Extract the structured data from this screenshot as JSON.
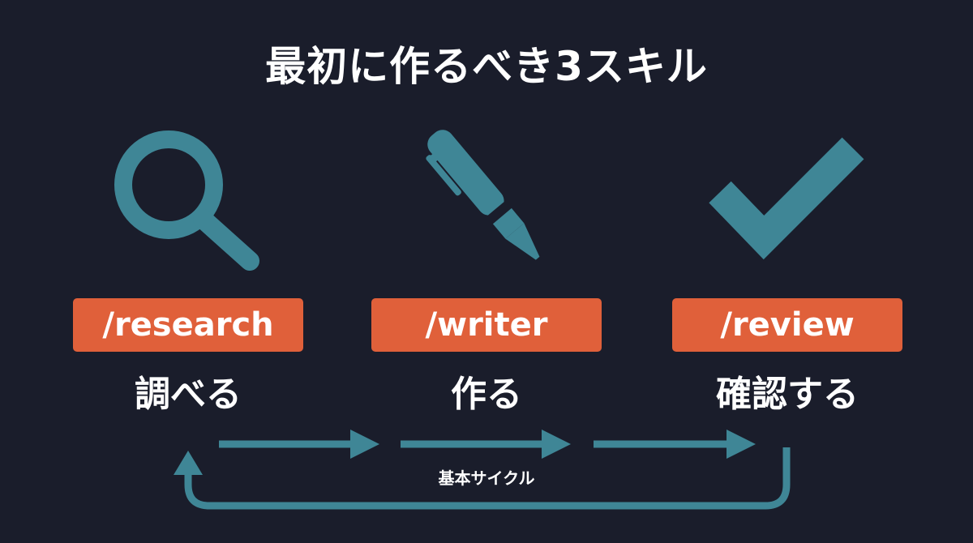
{
  "title": "最初に作るべき3スキル",
  "colors": {
    "background": "#1a1d2b",
    "accent": "#e0603a",
    "icon": "#3f8696",
    "text": "#ffffff"
  },
  "skills": [
    {
      "command": "/research",
      "description": "調べる",
      "icon": "magnifier-icon"
    },
    {
      "command": "/writer",
      "description": "作る",
      "icon": "pen-icon"
    },
    {
      "command": "/review",
      "description": "確認する",
      "icon": "checkmark-icon"
    }
  ],
  "cycle": {
    "label": "基本サイクル"
  }
}
